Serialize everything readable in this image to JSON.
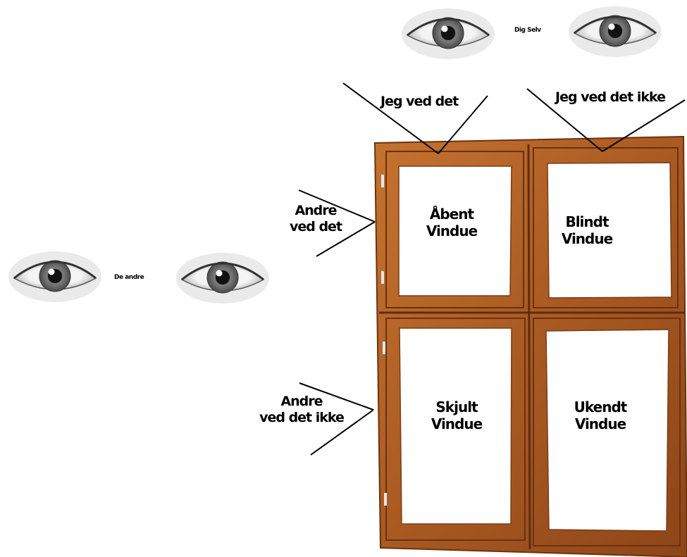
{
  "self_eyes_label": "Dig Selv",
  "others_eyes_label": "De andre",
  "col_labels": {
    "known_to_self": "Jeg ved det",
    "unknown_to_self": "Jeg ved det ikke"
  },
  "row_labels": {
    "known_to_others": [
      "Andre",
      "ved det"
    ],
    "unknown_to_others": [
      "Andre",
      "ved det ikke"
    ]
  },
  "panes": {
    "open": [
      "Åbent",
      "Vindue"
    ],
    "blind": [
      "Blindt",
      "Vindue"
    ],
    "hidden": [
      "Skjult",
      "Vindue"
    ],
    "unknown": [
      "Ukendt",
      "Vindue"
    ]
  },
  "colors": {
    "wood_light": "#b8652a",
    "wood_dark": "#7a3c14",
    "eye_iris": "#6e6e6e",
    "line": "#000000"
  }
}
